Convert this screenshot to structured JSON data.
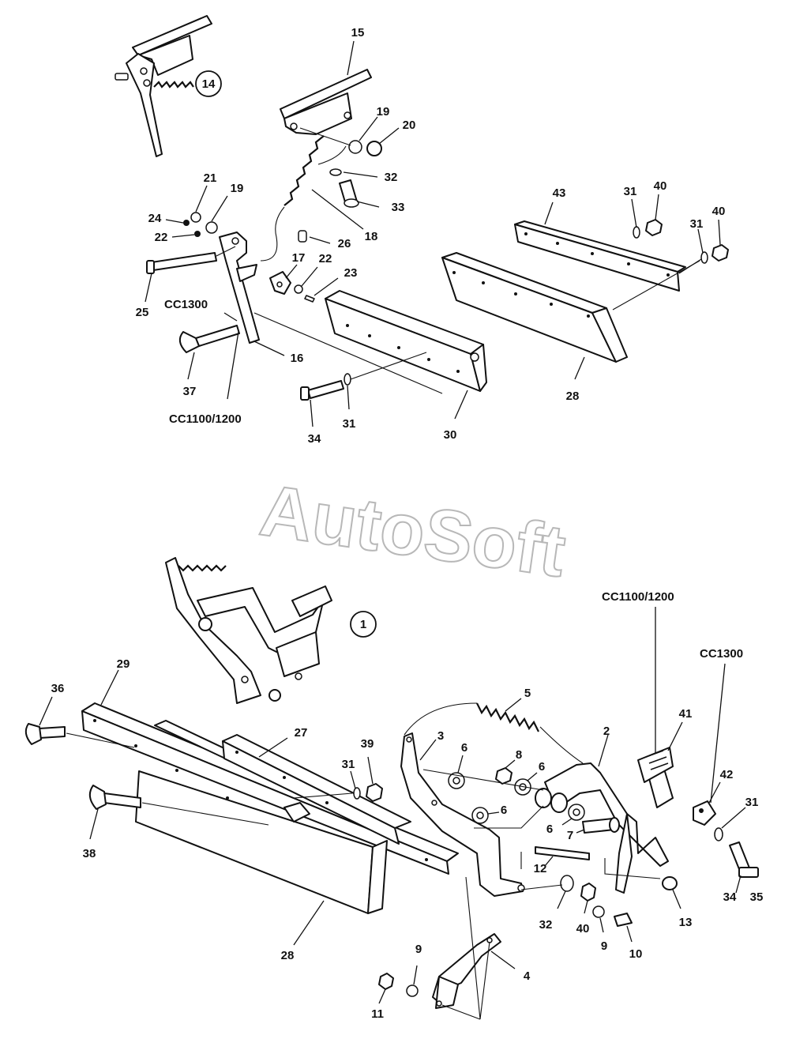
{
  "watermark": "AutoSoft",
  "callouts": {
    "c1": "1",
    "c2": "2",
    "c3": "3",
    "c4": "4",
    "c5": "5",
    "c6a": "6",
    "c6b": "6",
    "c6c": "6",
    "c6d": "6",
    "c7": "7",
    "c8": "8",
    "c9a": "9",
    "c9b": "9",
    "c10": "10",
    "c11": "11",
    "c12": "12",
    "c13": "13",
    "c14": "14",
    "c15": "15",
    "c16": "16",
    "c17": "17",
    "c18": "18",
    "c19a": "19",
    "c19b": "19",
    "c20": "20",
    "c21": "21",
    "c22a": "22",
    "c22b": "22",
    "c23": "23",
    "c24": "24",
    "c25": "25",
    "c26": "26",
    "c27": "27",
    "c28a": "28",
    "c28b": "28",
    "c29": "29",
    "c30": "30",
    "c31a": "31",
    "c31b": "31",
    "c31c": "31",
    "c31d": "31",
    "c31e": "31",
    "c32a": "32",
    "c32b": "32",
    "c33": "33",
    "c34a": "34",
    "c34b": "34",
    "c35": "35",
    "c36": "36",
    "c37": "37",
    "c38": "38",
    "c39": "39",
    "c40a": "40",
    "c40b": "40",
    "c40c": "40",
    "c41": "41",
    "c42": "42",
    "c43": "43"
  },
  "model_labels": {
    "top_cc1300": "CC1300",
    "top_cc1100_1200": "CC1100/1200",
    "bottom_cc1100_1200": "CC1100/1200",
    "bottom_cc1300": "CC1300"
  }
}
